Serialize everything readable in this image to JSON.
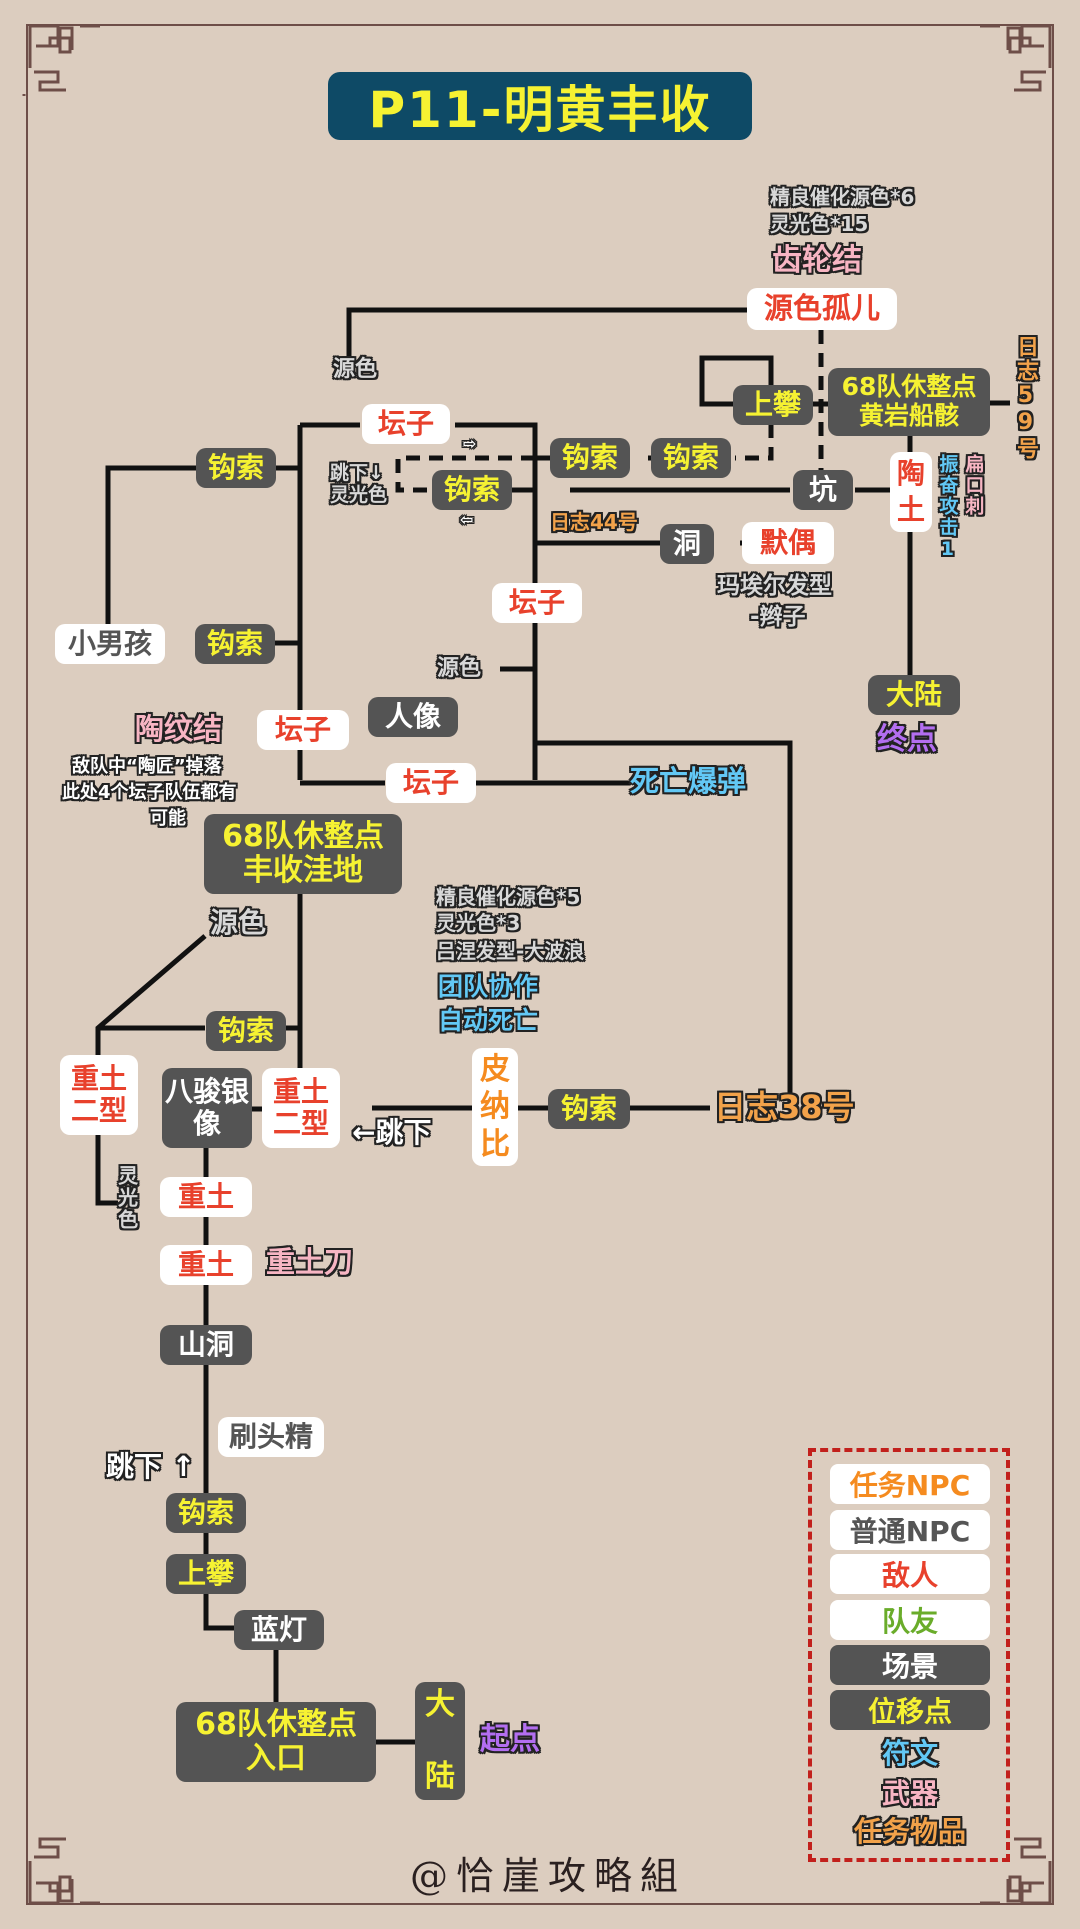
{
  "title": "P11-明黄丰收",
  "credit": "@恰崖攻略組",
  "nodes": {
    "yuanse_guer": "源色孤儿",
    "chilunjie": "齿轮结",
    "chilunjie_note1": "精良催化源色*6",
    "chilunjie_note2": "灵光色*15",
    "yuanse_top": "源色",
    "tanzi_top": "坛子",
    "gousuo_left_top": "钩索",
    "gousuo_mid_loop": "钩索",
    "gousuo_mid1": "钩索",
    "gousuo_mid2": "钩索",
    "tiaoxia_lingguang": "跳下↓\n灵光色",
    "shangpan_top": "上攀",
    "rest_huangyan_1": "68队休整点",
    "rest_huangyan_2": "黄岩船骸",
    "rizhi59": "日志59号",
    "keng": "坑",
    "taotu": "陶土",
    "zhenfen": "振奋攻击1",
    "biankouci": "扁口刺",
    "rizhi44": "日志44号",
    "dong": "洞",
    "mouou": "默偶",
    "hair_maier_1": "玛埃尔发型",
    "hair_maier_2": "-辫子",
    "tanzi_mid": "坛子",
    "xiaonanhai": "小男孩",
    "gousuo_left_bot": "钩索",
    "yuanse_mid": "源色",
    "renxiang": "人像",
    "taowenjie": "陶纹结",
    "taowen_note1": "敌队中“陶匠”掉落",
    "taowen_note2": "此处4个坛子队伍都有",
    "taowen_note3": "可能",
    "tanzi_left": "坛子",
    "tanzi_lower": "坛子",
    "siwang_baodan": "死亡爆弹",
    "dalu_end": "大陆",
    "end_label": "终点",
    "rest_fengshou_1": "68队休整点",
    "rest_fengshou_2": "丰收洼地",
    "yuanse_low": "源色",
    "reward_note1": "精良催化源色*5",
    "reward_note2": "灵光色*3",
    "reward_note3": "吕涅发型-大波浪",
    "tuandui": "团队协作",
    "zidong": "自动死亡",
    "gousuo_low": "钩索",
    "zhongtu2_left": "重土二型",
    "bajun": "八骏银像",
    "zhongtu2_right": "重土二型",
    "tiaoxia_arrow": "←跳下",
    "pinabi": "皮纳比",
    "gousuo_right": "钩索",
    "rizhi38": "日志38号",
    "lingguangse_v": "灵光色",
    "zhongtu1": "重土",
    "zhongtu2": "重土",
    "zhongtudao": "重土刀",
    "shandong": "山洞",
    "shuatoujing": "刷头精",
    "tiaoxia_up": "跳下 ↑",
    "gousuo_bottom": "钩索",
    "shangpan_bottom": "上攀",
    "landeng": "蓝灯",
    "rest_entry_1": "68队休整点",
    "rest_entry_2": "入口",
    "dalu_start": "大陆",
    "start_label": "起点",
    "arrow_right": "⇨",
    "arrow_left": "⇦"
  },
  "legend": [
    {
      "label": "任务NPC",
      "color": "#f58b1f"
    },
    {
      "label": "普通NPC",
      "color": "#555555"
    },
    {
      "label": "敌人",
      "color": "#e8412c"
    },
    {
      "label": "队友",
      "color": "#6aac2a"
    },
    {
      "label": "场景",
      "color": "#ffffff"
    },
    {
      "label": "位移点",
      "color": "#f6f232"
    },
    {
      "label": "符文",
      "color": "#62c8f5"
    },
    {
      "label": "武器",
      "color": "#f7b5c3"
    },
    {
      "label": "任务物品",
      "color": "#f2a24a"
    }
  ]
}
